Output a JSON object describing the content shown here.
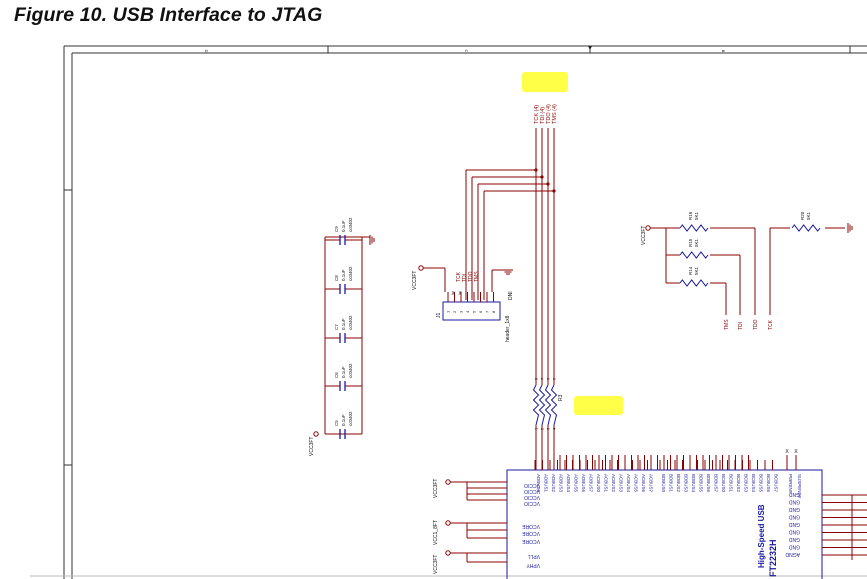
{
  "figure": {
    "title": "Figure 10. USB Interface to JTAG"
  },
  "frame": {
    "zones": [
      "D",
      "C",
      "B"
    ]
  },
  "colors": {
    "wire": "#8b0000",
    "part": "#1a1aa0",
    "text": "#111111",
    "highlight": "#ffff33"
  },
  "jtag_out": {
    "signals": [
      "TCK (4)",
      "TDI (4)",
      "TDO (4)",
      "TMS (4)"
    ]
  },
  "capacitors": {
    "items": [
      {
        "ref": "C9",
        "value": "0.1uF",
        "package": "cc0402"
      },
      {
        "ref": "C8",
        "value": "0.1uF",
        "package": "cc0402"
      },
      {
        "ref": "C7",
        "value": "0.1uF",
        "package": "cc0402"
      },
      {
        "ref": "C6",
        "value": "0.1uF",
        "package": "cc0402"
      },
      {
        "ref": "C5",
        "value": "0.1uF",
        "package": "cc0402"
      }
    ],
    "supply": "VCC3FT"
  },
  "header": {
    "ref": "J1",
    "part": "header_1x8",
    "note": "DNI",
    "supply": "VCC3FT",
    "signals": [
      "TCK",
      "TDI",
      "TDO",
      "TMS"
    ],
    "pins": [
      "1",
      "2",
      "3",
      "4",
      "5",
      "6",
      "7",
      "8"
    ]
  },
  "pullups": {
    "supply": "VCC3FT",
    "resistors": [
      {
        "ref": "R16",
        "value": "5K1"
      },
      {
        "ref": "R15",
        "value": "5K1"
      },
      {
        "ref": "R14",
        "value": "5K1"
      },
      {
        "ref": "R20",
        "value": "5K1"
      }
    ],
    "signals": [
      "TMS",
      "TDI",
      "TDO",
      "TCK"
    ]
  },
  "rpack": {
    "ref": "R3"
  },
  "chip": {
    "part": "FT2232H",
    "desc": "High-Speed USB",
    "a_pins": [
      "ADBUS0",
      "ADBUS1",
      "ADBUS2",
      "ADBUS3",
      "ADBUS4",
      "ADBUS5",
      "ADBUS6",
      "ADBUS7",
      "ACBUS0",
      "ACBUS1",
      "ACBUS2",
      "ACBUS3",
      "ACBUS4",
      "ACBUS5",
      "ACBUS6",
      "ACBUS7"
    ],
    "b_pins": [
      "BDBUS0",
      "BDBUS1",
      "BDBUS2",
      "BDBUS3",
      "BDBUS4",
      "BDBUS5",
      "BDBUS6",
      "BDBUS7",
      "BCBUS0",
      "BCBUS1",
      "BCBUS2",
      "BCBUS3",
      "BCBUS4",
      "BCBUS5",
      "BCBUS6",
      "BCBUS7"
    ],
    "ctrl_pins": [
      "PWREN#",
      "SUSPEND#"
    ],
    "left_pins": [
      "VCCIO",
      "VCCIO",
      "VCCIO",
      "VCCIO",
      "VCORE",
      "VCORE",
      "VCORE",
      "VPLL",
      "VPHY"
    ],
    "supplies": [
      "VCC3FT",
      "VCC1_8FT",
      "VCC3FT"
    ],
    "gnd_pins": [
      "GND",
      "GND",
      "GND",
      "GND",
      "GND",
      "GND",
      "GND",
      "GND",
      "AGND"
    ]
  }
}
